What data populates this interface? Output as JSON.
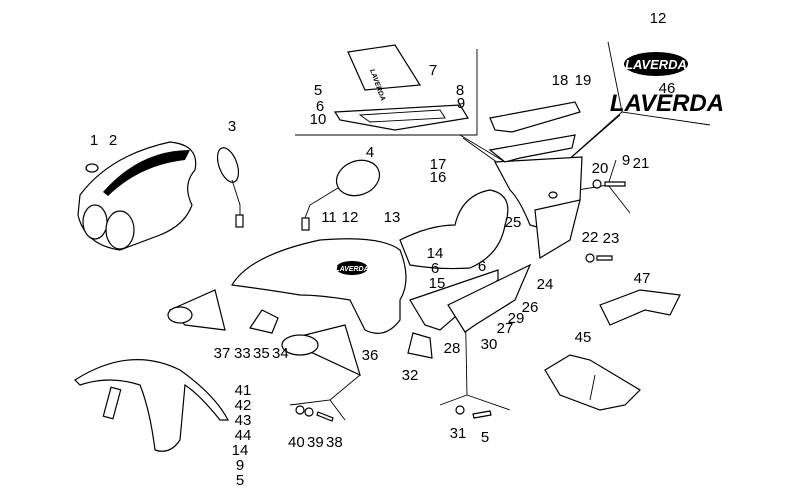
{
  "diagram": {
    "title": "Exploded parts diagram - bodywork",
    "callouts": [
      "1",
      "2",
      "3",
      "4",
      "5",
      "6",
      "10",
      "7",
      "8",
      "9",
      "12",
      "46",
      "18",
      "19",
      "17",
      "16",
      "20",
      "9",
      "21",
      "11",
      "12",
      "13",
      "25",
      "14",
      "6",
      "15",
      "6",
      "22",
      "23",
      "24",
      "26",
      "29",
      "27",
      "30",
      "28",
      "32",
      "47",
      "45",
      "31",
      "5",
      "37",
      "33",
      "35",
      "34",
      "36",
      "41",
      "42",
      "43",
      "44",
      "14",
      "9",
      "5",
      "40",
      "39",
      "38"
    ],
    "logo_oval_text": "LAVERDA",
    "logo_text": "LAVERDA",
    "line_color": "#000000",
    "background": "#ffffff"
  }
}
